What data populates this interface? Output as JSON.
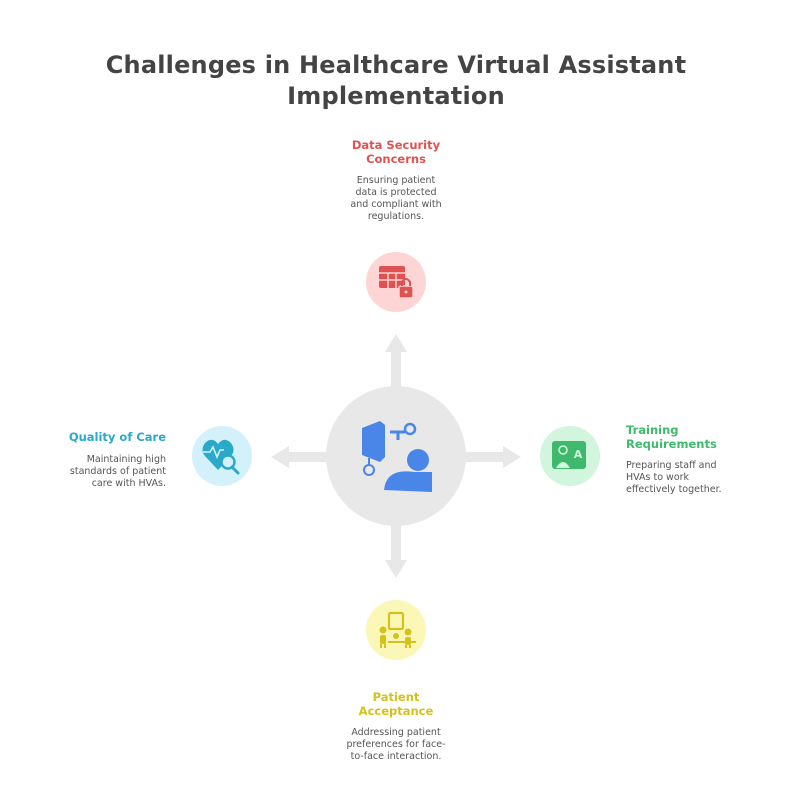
{
  "title": {
    "line1": "Challenges in Healthcare Virtual Assistant",
    "line2": "Implementation"
  },
  "center": {
    "icon": "doctor-virtual-assistant-icon"
  },
  "items": {
    "top": {
      "label_lines": [
        "Data Security",
        "Concerns"
      ],
      "desc_lines": [
        "Ensuring patient",
        "data is protected",
        "and compliant with",
        "regulations."
      ],
      "color": "#e05252",
      "bg": "#fdd5d5",
      "icon": "spreadsheet-lock-icon"
    },
    "right": {
      "label_lines": [
        "Training",
        "Requirements"
      ],
      "desc_lines": [
        "Preparing staff and",
        "HVAs to work",
        "effectively together."
      ],
      "color": "#3fba6d",
      "bg": "#d2f5de",
      "icon": "training-board-icon"
    },
    "bottom": {
      "label_lines": [
        "Patient",
        "Acceptance"
      ],
      "desc_lines": [
        "Addressing patient",
        "preferences for face-",
        "to-face interaction."
      ],
      "color": "#d4c21a",
      "bg": "#fbf7b6",
      "icon": "family-portrait-icon"
    },
    "left": {
      "label_lines": [
        "Quality of Care"
      ],
      "desc_lines": [
        "Maintaining high",
        "standards of patient",
        "care with HVAs."
      ],
      "color": "#2aa9c9",
      "bg": "#d3f1fb",
      "icon": "heart-search-icon"
    }
  }
}
